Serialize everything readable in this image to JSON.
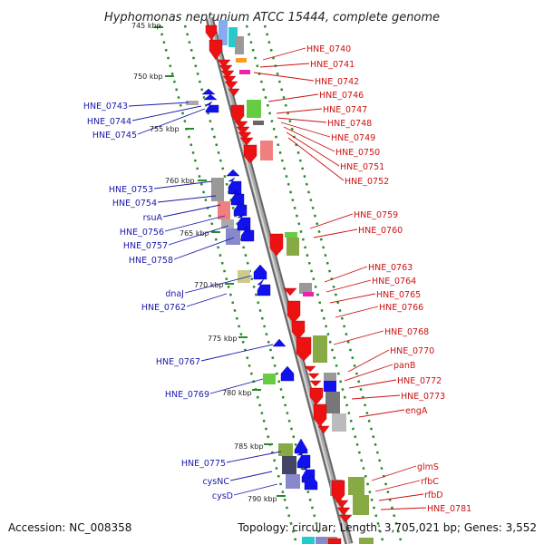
{
  "title": "Hyphomonas neptunium ATCC 15444, complete genome",
  "footer": {
    "accession": "Accession: NC_008358",
    "topology": "Topology: circular; Length: 3,705,021 bp; Genes: 3,552"
  },
  "kbp_ticks": [
    "745 kbp",
    "750 kbp",
    "755 kbp",
    "760 kbp",
    "765 kbp",
    "770 kbp",
    "775 kbp",
    "780 kbp",
    "785 kbp",
    "790 kbp"
  ],
  "left_labels": [
    "HNE_0743",
    "HNE_0744",
    "HNE_0745",
    "HNE_0753",
    "HNE_0754",
    "rsuA",
    "HNE_0756",
    "HNE_0757",
    "HNE_0758",
    "dnaJ",
    "HNE_0762",
    "HNE_0767",
    "HNE_0769",
    "HNE_0775",
    "cysNC",
    "cysD"
  ],
  "right_labels": [
    "HNE_0740",
    "HNE_0741",
    "HNE_0742",
    "HNE_0746",
    "HNE_0747",
    "HNE_0748",
    "HNE_0749",
    "HNE_0750",
    "HNE_0751",
    "HNE_0752",
    "HNE_0759",
    "HNE_0760",
    "HNE_0763",
    "HNE_0764",
    "HNE_0765",
    "HNE_0766",
    "HNE_0768",
    "HNE_0770",
    "panB",
    "HNE_0772",
    "HNE_0773",
    "engA",
    "glmS",
    "rfbC",
    "rfbD",
    "HNE_0781"
  ],
  "colors": {
    "left_label": "#1a1aaa",
    "right_label": "#cc1111",
    "backbone": "#888888",
    "tick_dots": "#2a8a2a",
    "forward_gene": "#ee1111",
    "reverse_gene": "#1111ee",
    "grey_block": "#999999",
    "pink_block": "#f08080",
    "green_block": "#66cc44",
    "olive_block": "#88aa44",
    "lavender_block": "#8888cc",
    "khaki_block": "#cccc88",
    "cyan_block": "#22cccc",
    "magenta_block": "#ee22aa",
    "orange_block": "#ff9922"
  }
}
